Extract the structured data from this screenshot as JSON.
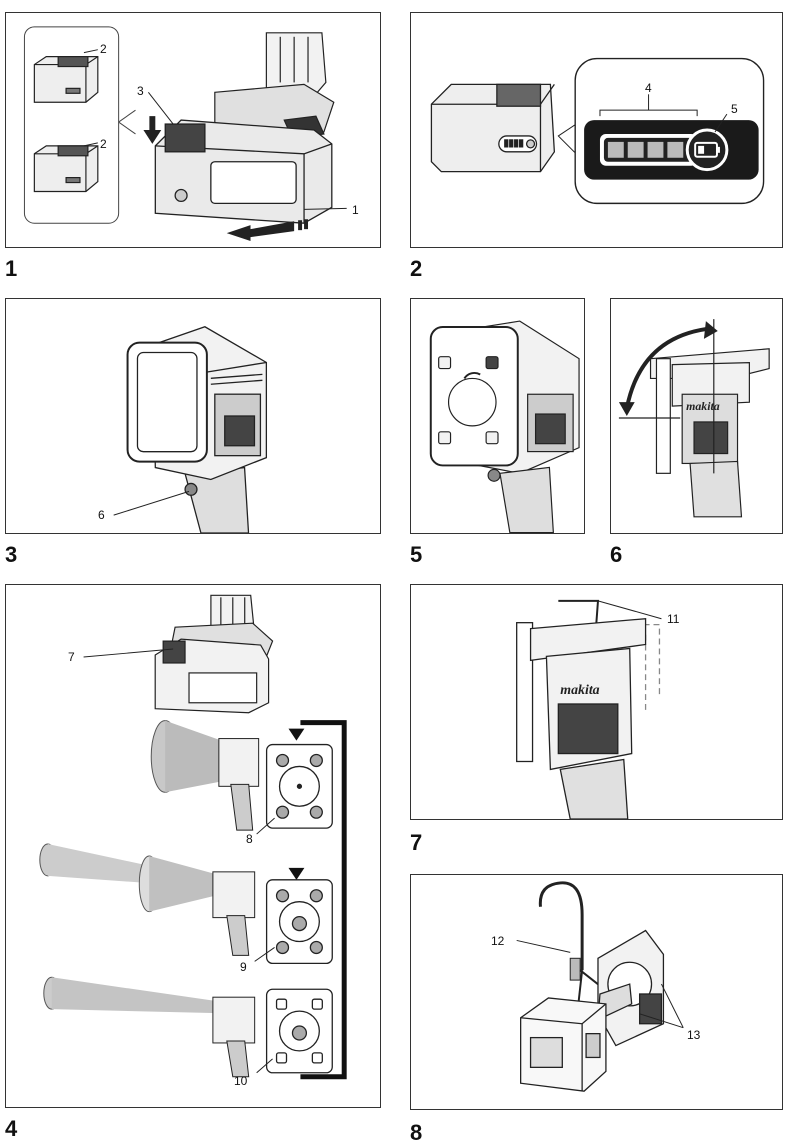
{
  "figures": [
    {
      "number": "1",
      "callouts": [
        "1",
        "2",
        "2",
        "3"
      ]
    },
    {
      "number": "2",
      "callouts": [
        "4",
        "5"
      ]
    },
    {
      "number": "3",
      "callouts": [
        "6"
      ]
    },
    {
      "number": "5",
      "callouts": []
    },
    {
      "number": "6",
      "callouts": []
    },
    {
      "number": "4",
      "callouts": [
        "7",
        "8",
        "9",
        "10"
      ]
    },
    {
      "number": "7",
      "callouts": [
        "11"
      ]
    },
    {
      "number": "8",
      "callouts": [
        "12",
        "13"
      ]
    }
  ],
  "brand_marks": [
    "makita",
    "makita"
  ]
}
